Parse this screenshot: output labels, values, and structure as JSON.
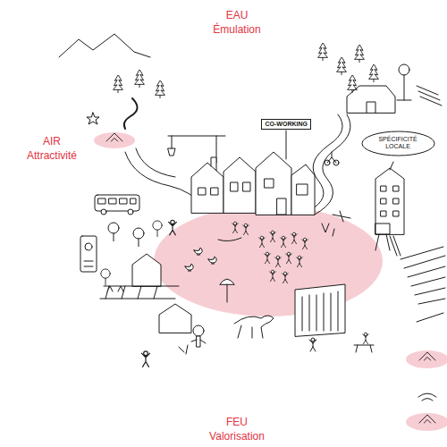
{
  "diagram": {
    "nodes": [
      {
        "text": [
          "CO-WORKING"
        ]
      },
      {
        "text": [
          "SPÉCIFICITÉ LOCALE"
        ]
      }
    ],
    "edges": [],
    "labels": [
      "EAU",
      "Émulation",
      "AIR",
      "Attractivité",
      "FEU",
      "Valorisation"
    ]
  }
}
